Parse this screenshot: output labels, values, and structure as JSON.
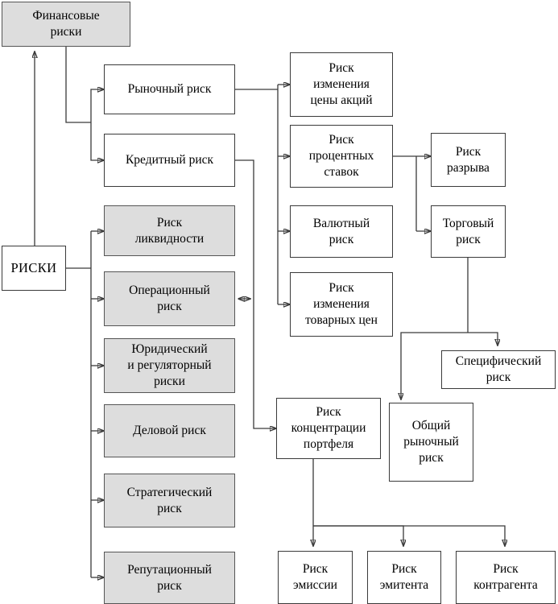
{
  "diagram": {
    "title_node": "Финансовые\nриски",
    "root_node": "РИСКИ",
    "nodes": {
      "financial_risks": "Финансовые\nриски",
      "risks_root": "РИСКИ",
      "market_risk": "Рыночный риск",
      "credit_risk": "Кредитный риск",
      "liquidity_risk": "Риск\nликвидности",
      "operational_risk": "Операционный\nриск",
      "legal_regulatory_risk": "Юридический\nи регуляторный\nриски",
      "business_risk": "Деловой риск",
      "strategic_risk": "Стратегический\nриск",
      "reputational_risk": "Репутационный\nриск",
      "share_price_risk": "Риск\nизменения\nцены акций",
      "interest_rate_risk": "Риск\nпроцентных\nставок",
      "currency_risk": "Валютный\nриск",
      "commodity_price_risk": "Риск\nизменения\nтоварных цен",
      "gap_risk": "Риск\nразрыва",
      "trading_risk": "Торговый\nриск",
      "specific_risk": "Специфический\nриск",
      "general_market_risk": "Общий\nрыночный\nриск",
      "portfolio_concentration_risk": "Риск\nконцентрации\nпортфеля",
      "issue_risk": "Риск\nэмиссии",
      "issuer_risk": "Риск\nэмитента",
      "counterparty_risk": "Риск\nконтрагента"
    },
    "colors": {
      "shaded_fill": "#dddddd",
      "plain_fill": "#ffffff",
      "border": "#3a3a3a",
      "text": "#000000"
    }
  }
}
